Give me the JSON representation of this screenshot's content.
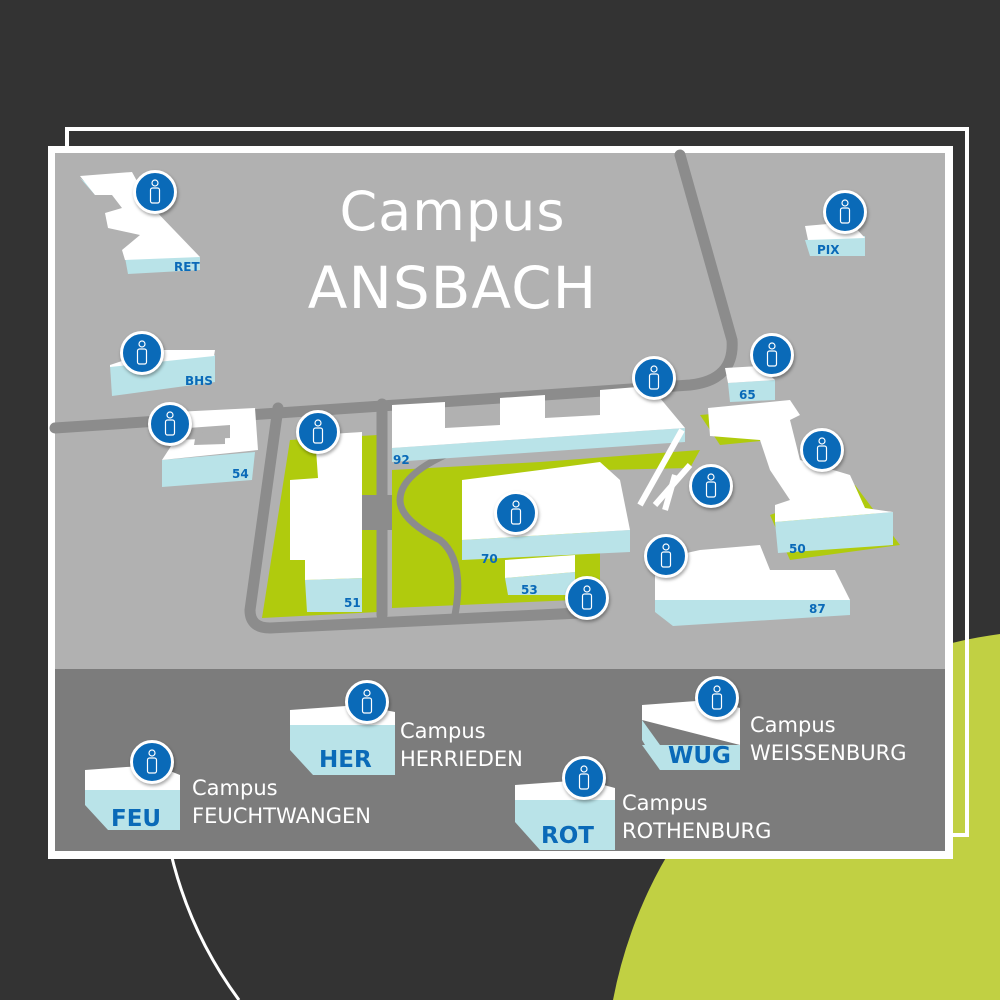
{
  "colors": {
    "background": "#333333",
    "accent_lime": "#c1d043",
    "map_gray": "#b1b1b1",
    "footer_gray": "#7c7c7c",
    "road": "#8c8c8c",
    "green": "#b0cb0d",
    "building_side": "#b9e3e8",
    "pin_blue": "#0a6ab8"
  },
  "title": {
    "line1": "Campus",
    "line2": "ANSBACH"
  },
  "buildings": {
    "ret": "RET",
    "pix": "PIX",
    "bhs": "BHS",
    "b54": "54",
    "b51": "51",
    "b92": "92",
    "b65": "65",
    "b50": "50",
    "b70": "70",
    "b53": "53",
    "b87": "87"
  },
  "pin_icon": "info-person-icon",
  "campuses": [
    {
      "code": "FEU",
      "label": "Campus",
      "name": "FEUCHTWANGEN"
    },
    {
      "code": "HER",
      "label": "Campus",
      "name": "HERRIEDEN"
    },
    {
      "code": "ROT",
      "label": "Campus",
      "name": "ROTHENBURG"
    },
    {
      "code": "WUG",
      "label": "Campus",
      "name": "WEISSENBURG"
    }
  ]
}
